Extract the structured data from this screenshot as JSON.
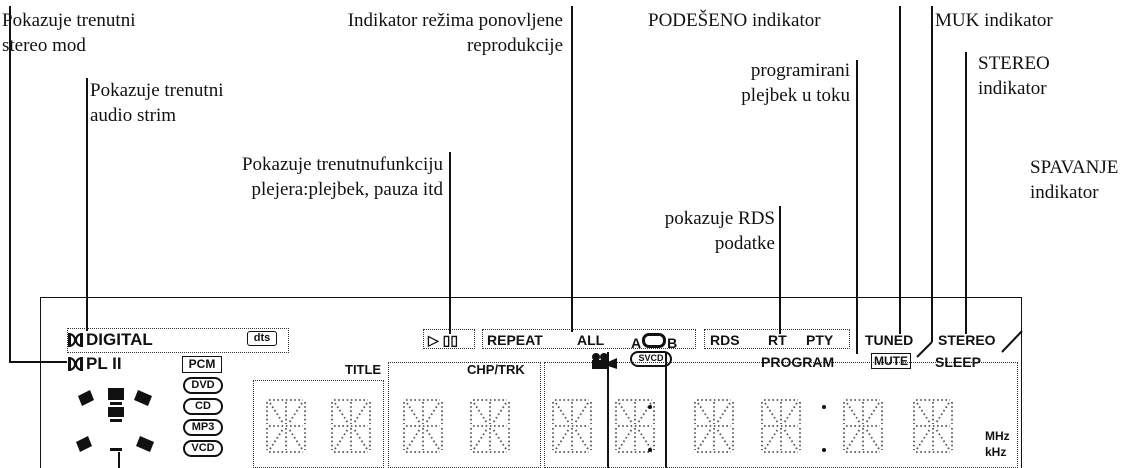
{
  "callouts": {
    "stereo_mode": "Pokazuje trenutni\nstereo mod",
    "audio_stream": "Pokazuje trenutni\naudio strim",
    "repeat_indicator": "Indikator režima ponovljene\nreprodukcije",
    "function": "Pokazuje trenutnufunkciju\nplejera:plejbek, pauza itd",
    "rds_data": "pokazuje RDS\npodatke",
    "programmed": "programirani\nplejbek u toku",
    "tuned": "PODEŠENO indikator",
    "mute": "MUK indikator",
    "stereo": "STEREO\nindikator",
    "sleep": "SPAVANJE\nindikator"
  },
  "display": {
    "digital": "DIGITAL",
    "pl2": "PL II",
    "dts": "dts",
    "play_pause": "▷ ▯▯",
    "repeat": "REPEAT",
    "all": "ALL",
    "a": "A",
    "b": "B",
    "rds": "RDS",
    "rt": "RT",
    "pty": "PTY",
    "tuned": "TUNED",
    "stereo": "STEREO",
    "program": "PROGRAM",
    "mute": "MUTE",
    "sleep": "SLEEP",
    "pcm": "PCM",
    "dvd": "DVD",
    "cd": "CD",
    "mp3": "MP3",
    "vcd": "VCD",
    "svcd": "SVCD",
    "title": "TITLE",
    "chp_trk": "CHP/TRK",
    "mhz": "MHz",
    "khz": "kHz"
  }
}
